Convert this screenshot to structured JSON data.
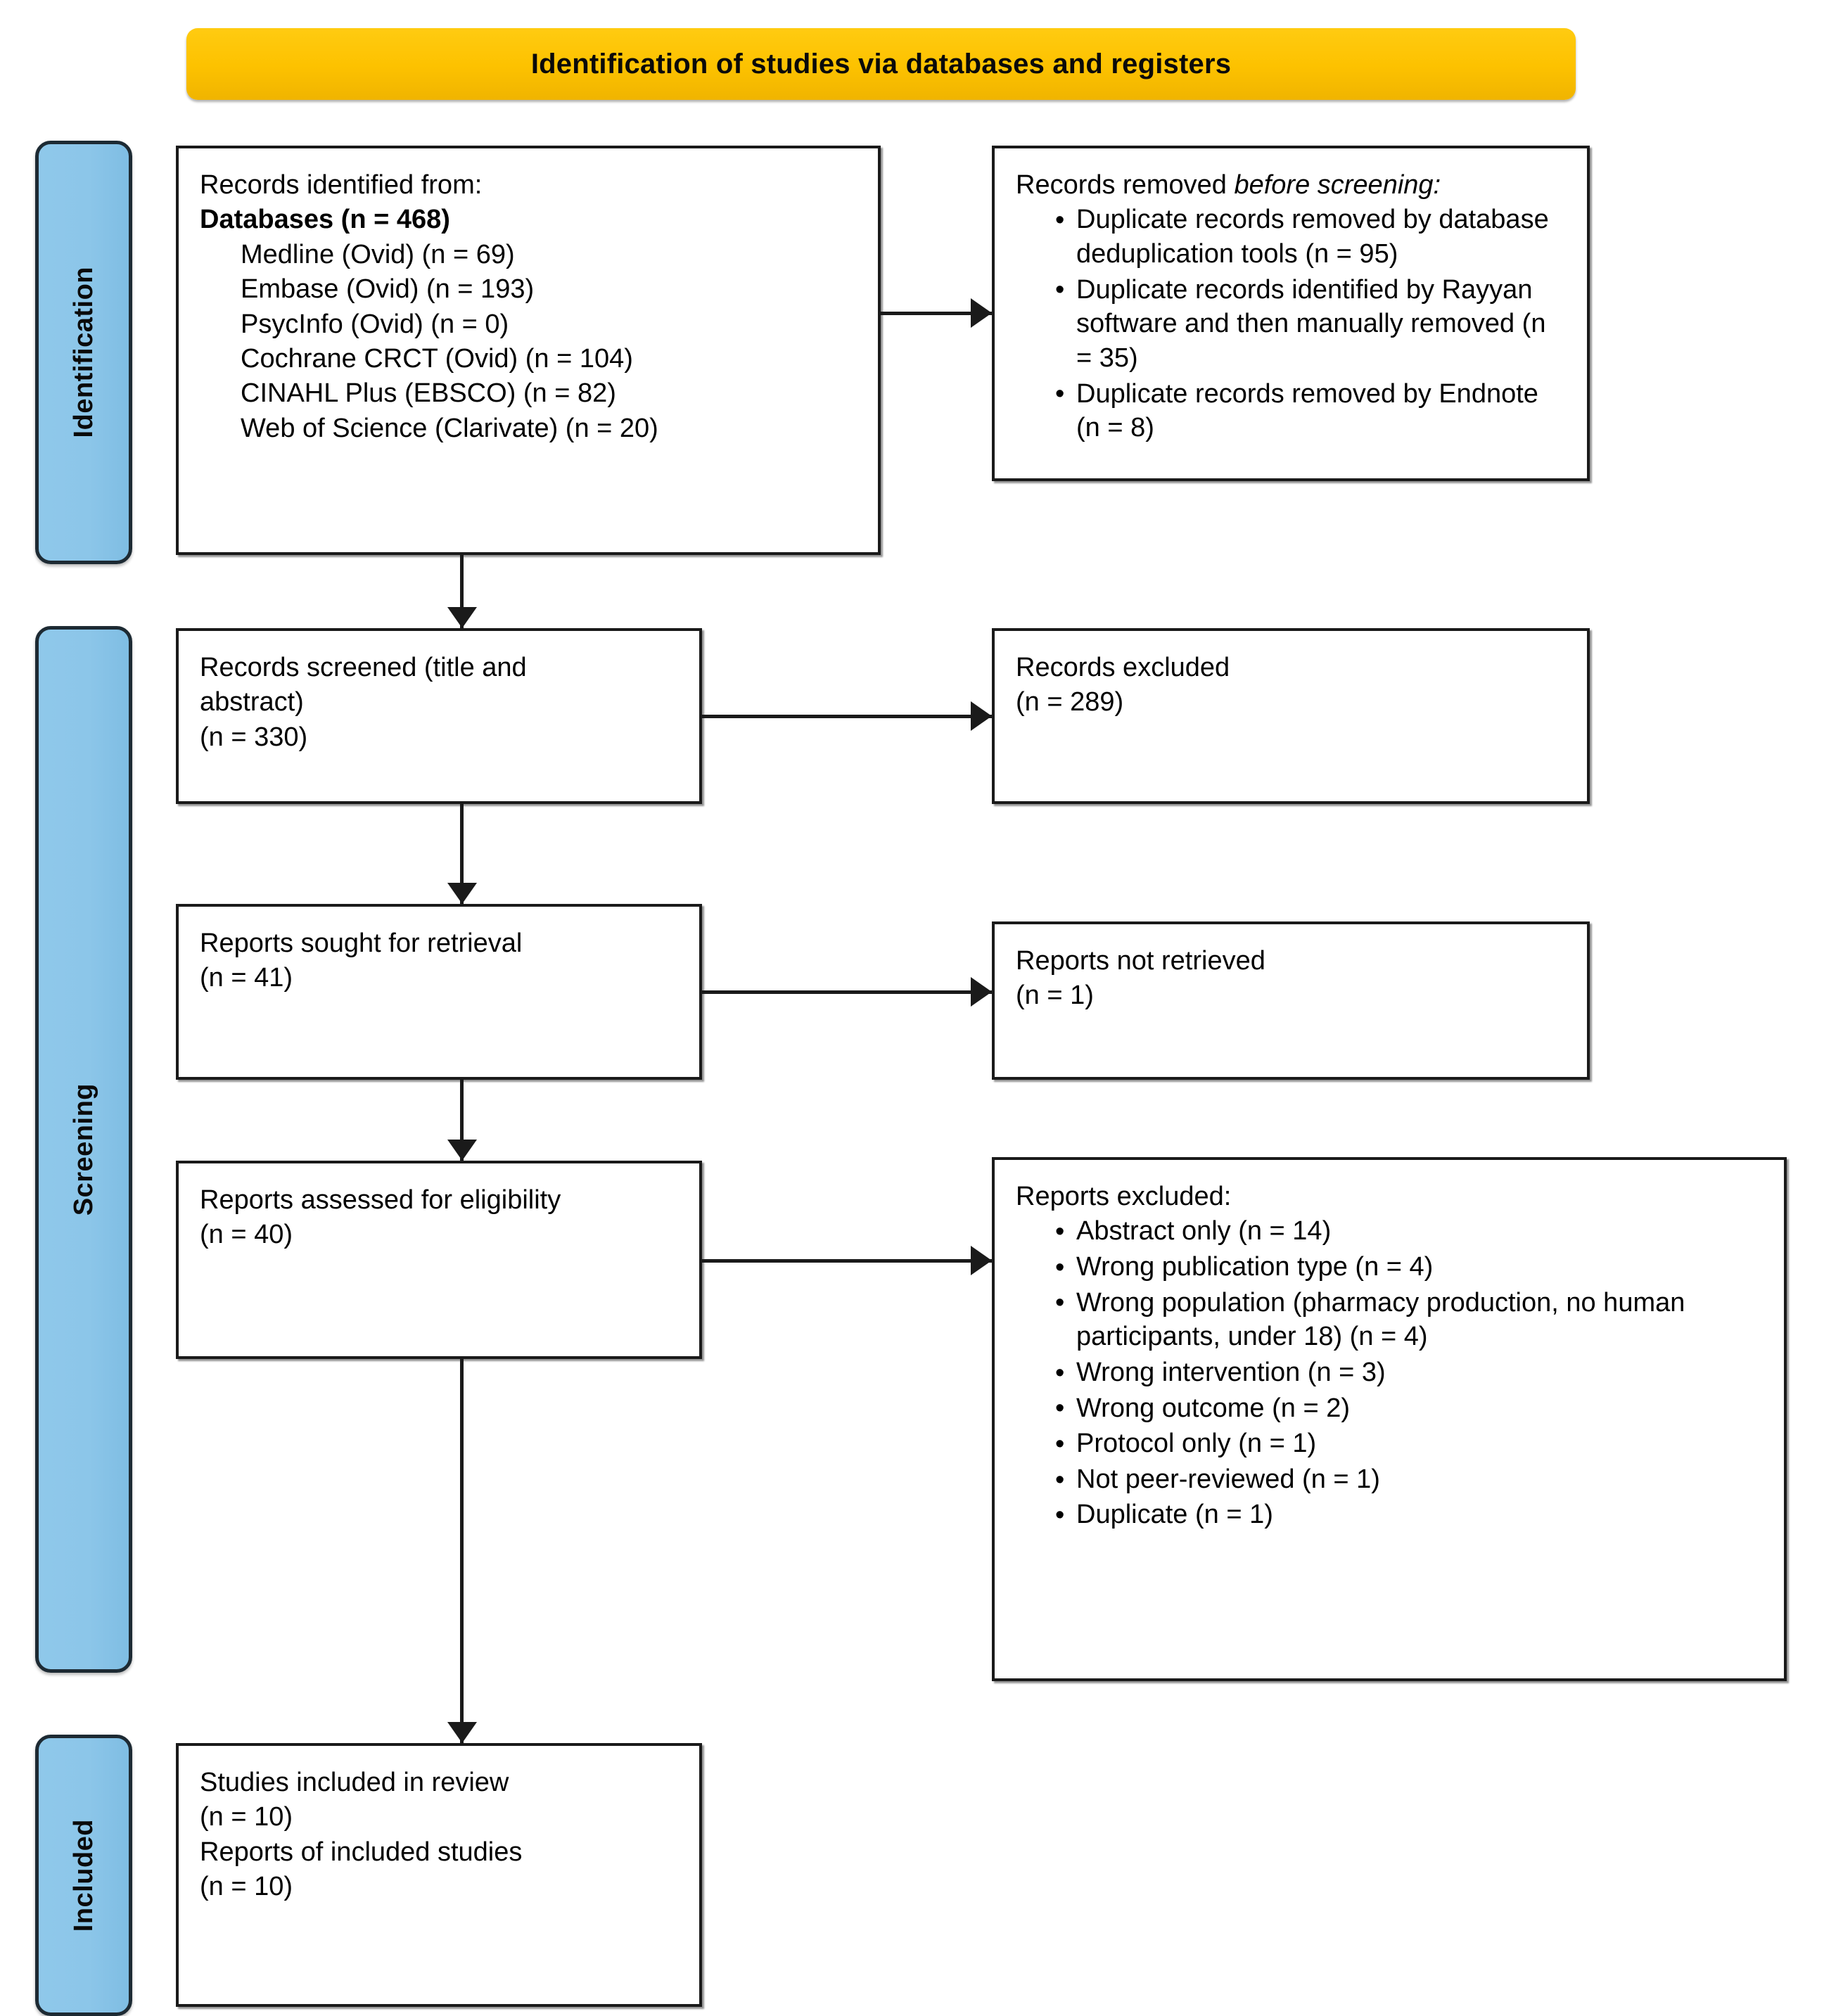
{
  "banner": {
    "title": "Identification of studies via databases and registers",
    "color": "#FDC200"
  },
  "stages": {
    "identification": "Identification",
    "screening": "Screening",
    "included": "Included",
    "color": "#8CC6E9"
  },
  "boxes": {
    "identified": {
      "heading": "Records identified from:",
      "subheading": "Databases (n = 468)",
      "sources": [
        "Medline (Ovid) (n = 69)",
        "Embase (Ovid) (n = 193)",
        "PsycInfo (Ovid) (n = 0)",
        "Cochrane CRCT (Ovid) (n = 104)",
        "CINAHL Plus (EBSCO) (n = 82)",
        "Web of Science (Clarivate) (n = 20)"
      ]
    },
    "removed_before_screening": {
      "heading_plain": "Records removed ",
      "heading_italic": "before screening:",
      "items": [
        "Duplicate records removed by database deduplication tools (n = 95)",
        "Duplicate records identified by Rayyan software and then manually removed (n = 35)",
        "Duplicate records removed by Endnote (n = 8)"
      ]
    },
    "screened": {
      "line1": "Records screened (title and",
      "line2": "abstract)",
      "count": "(n = 330)"
    },
    "records_excluded": {
      "line1": "Records excluded",
      "count": "(n = 289)"
    },
    "sought": {
      "line1": "Reports sought for retrieval",
      "count": "(n = 41)"
    },
    "not_retrieved": {
      "line1": "Reports not retrieved",
      "count": "(n = 1)"
    },
    "assessed": {
      "line1": "Reports assessed for eligibility",
      "count": "(n = 40)"
    },
    "reports_excluded": {
      "heading": "Reports excluded:",
      "items": [
        "Abstract only (n = 14)",
        "Wrong publication type (n = 4)",
        "Wrong population (pharmacy production, no human participants, under 18) (n = 4)",
        "Wrong intervention (n = 3)",
        "Wrong outcome (n = 2)",
        "Protocol only (n = 1)",
        "Not peer-reviewed (n = 1)",
        "Duplicate (n = 1)"
      ]
    },
    "included": {
      "line1": "Studies included in review",
      "count1": "(n = 10)",
      "line2": "Reports of included studies",
      "count2": "(n = 10)"
    }
  },
  "bullet_glyph": "•",
  "flow_data": {
    "type": "prisma-flow",
    "identified_total": 468,
    "by_database": {
      "Medline (Ovid)": 69,
      "Embase (Ovid)": 193,
      "PsycInfo (Ovid)": 0,
      "Cochrane CRCT (Ovid)": 104,
      "CINAHL Plus (EBSCO)": 82,
      "Web of Science (Clarivate)": 20
    },
    "removed_before_screening": {
      "database_deduplication_tools": 95,
      "rayyan_then_manual": 35,
      "endnote": 8
    },
    "screened_title_abstract": 330,
    "records_excluded": 289,
    "reports_sought": 41,
    "reports_not_retrieved": 1,
    "reports_assessed": 40,
    "reports_excluded_reasons": {
      "Abstract only": 14,
      "Wrong publication type": 4,
      "Wrong population": 4,
      "Wrong intervention": 3,
      "Wrong outcome": 2,
      "Protocol only": 1,
      "Not peer-reviewed": 1,
      "Duplicate": 1
    },
    "studies_included": 10,
    "reports_of_included_studies": 10
  }
}
